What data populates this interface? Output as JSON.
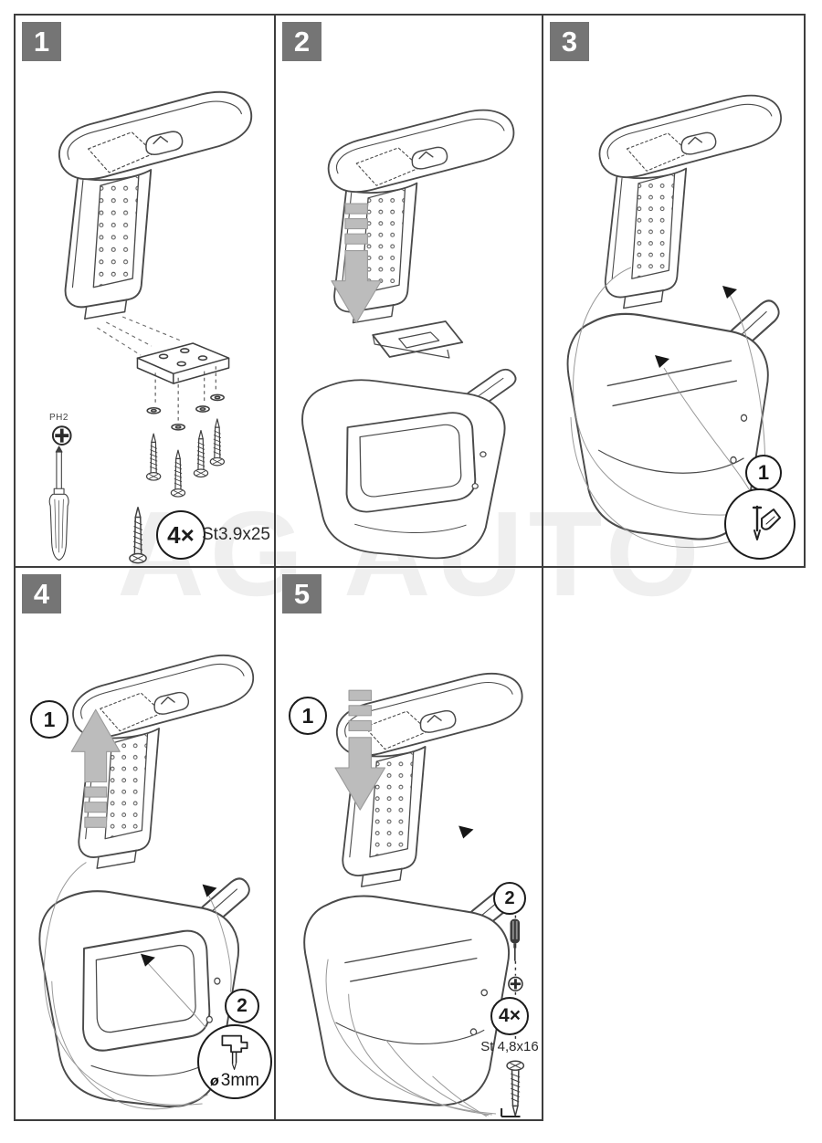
{
  "watermark": "AG AUTO",
  "colors": {
    "panel_number_bg": "#757575",
    "panel_number_text": "#ffffff",
    "drawing_line": "#4a4a4a",
    "callout_line": "#1c1c1c",
    "arrow_fill": "#bcbcbc",
    "leader_line": "#9a9a9a",
    "watermark": "#efefef"
  },
  "icons": {
    "phillips-bit-icon": "circle with cross (PH bit)",
    "screwdriver-icon": "phillips screwdriver line art",
    "small-screwdriver-icon": "filled screwdriver glyph",
    "screw-icon": "self-tapping screw line art",
    "block-arrow-down-icon": "gray segmented arrow down",
    "block-arrow-up-icon": "gray segmented arrow up",
    "drill-icon": "right-angle drill with bit",
    "push-clip-hand-icon": "hand pressing clip",
    "snap-point-arrow-icon": "small black arrow"
  },
  "panels": {
    "p1": {
      "number": "1",
      "ph_label": "PH2",
      "qty": "4×",
      "screw_spec": "St3.9x25"
    },
    "p2": {
      "number": "2"
    },
    "p3": {
      "number": "3",
      "step1": "1"
    },
    "p4": {
      "number": "4",
      "step1": "1",
      "step2": "2",
      "drill_dia": "ø",
      "drill_size": "3mm"
    },
    "p5": {
      "number": "5",
      "step1": "1",
      "step2": "2",
      "qty": "4×",
      "screw_spec": "St 4,8x16"
    }
  }
}
